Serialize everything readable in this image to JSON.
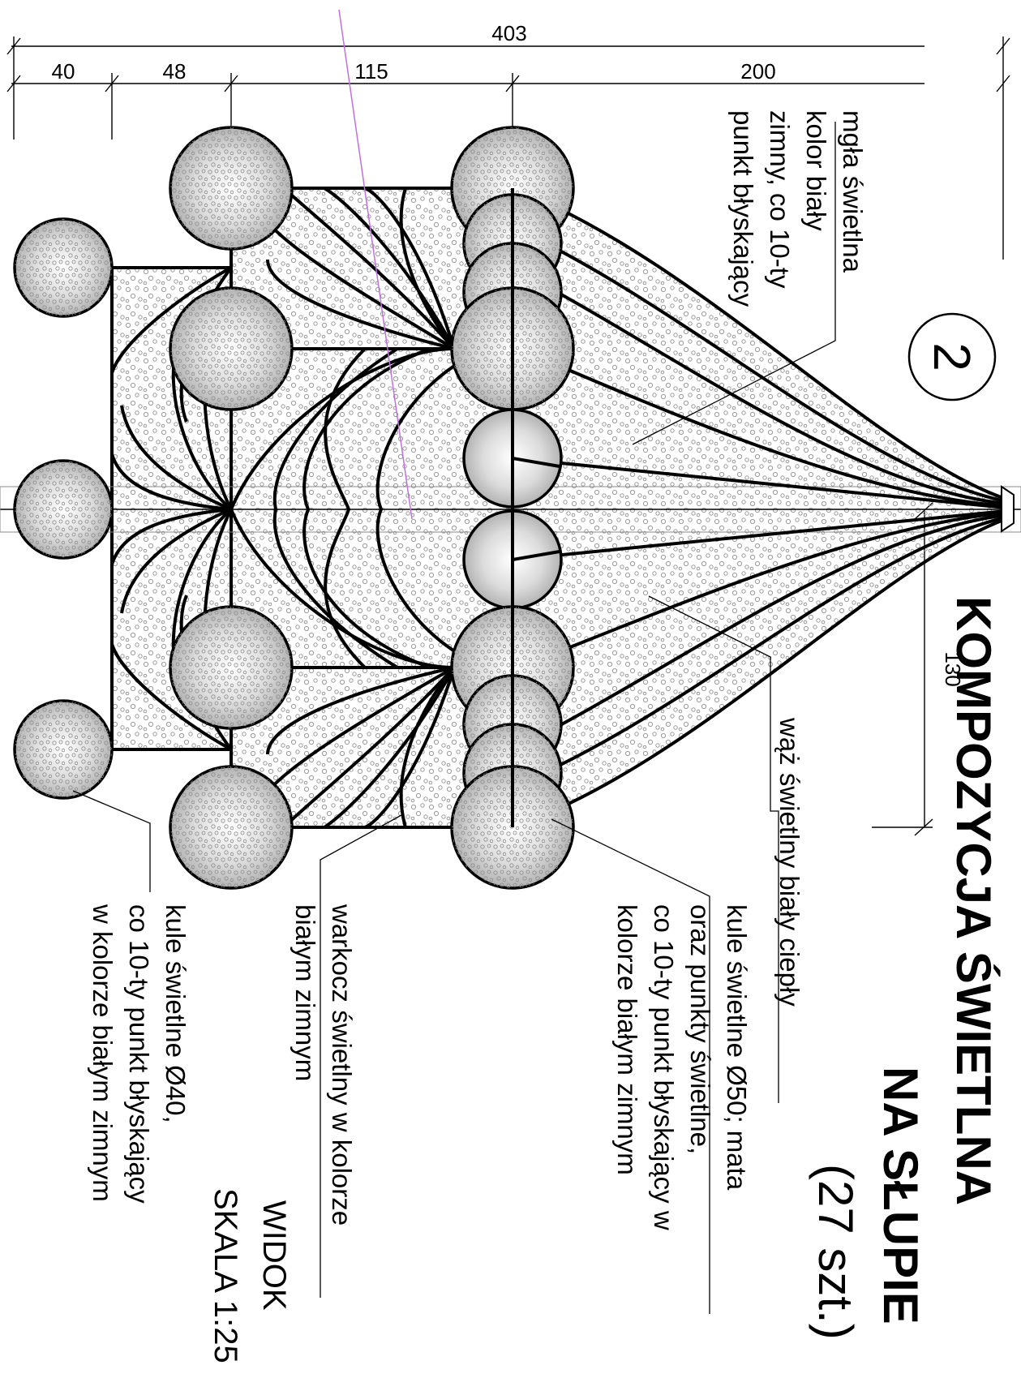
{
  "drawing": {
    "title_line1": "KOMPOZYCJA ŚWIETLNA",
    "title_line2": "NA SŁUPIE",
    "count": "(27 szt.)",
    "number": "2",
    "view": "WIDOK",
    "scale": "SKALA 1:25"
  },
  "dimensions": {
    "total": "403",
    "segments": [
      "40",
      "48",
      "115",
      "200"
    ],
    "height": "130"
  },
  "labels": {
    "mist": [
      "mgła świetlna",
      "kolor biały",
      "zimny, co 10-ty",
      "punkt błyskający"
    ],
    "snake": [
      "wąż świetlny biały ciepły"
    ],
    "balls50": [
      "kule świetlne Ø50; mata",
      "oraz punkty świetlne,",
      "co 10-ty punkt błyskający w",
      "kolorze białym zimnym"
    ],
    "braid": [
      "warkocz świetlny w kolorze",
      "białym zimnym"
    ],
    "balls40": [
      "kule świetlne Ø40,",
      "co 10-ty punkt błyskający",
      "w kolorze białym zimnym"
    ]
  },
  "colors": {
    "line": "#000000",
    "ball_fill_light": "#f4f4f4",
    "ball_fill_dark": "#b8b8b8",
    "mist_dots": "#9a9a9a",
    "guide_line": "#c070e0"
  }
}
